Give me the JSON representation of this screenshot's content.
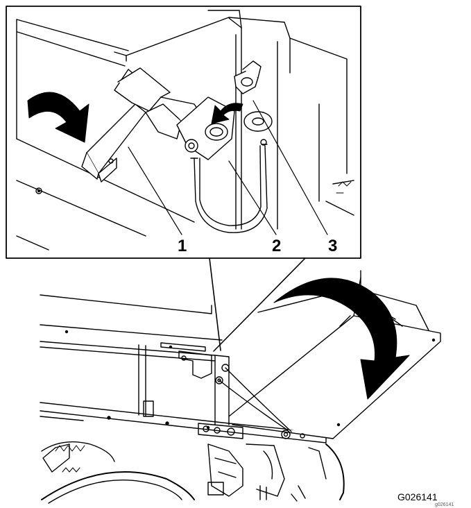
{
  "callouts": {
    "c1": "1",
    "c2": "2",
    "c3": "3"
  },
  "figure": {
    "id": "G026141",
    "id_small": "g026141"
  },
  "colors": {
    "line": "#000000",
    "fill": "#ffffff",
    "arrow": "#000000"
  },
  "icons": {
    "arrow_detail_left": "curved-arrow-right",
    "arrow_detail_small": "curved-arrow-left",
    "arrow_main": "large-curved-arrow-down"
  }
}
